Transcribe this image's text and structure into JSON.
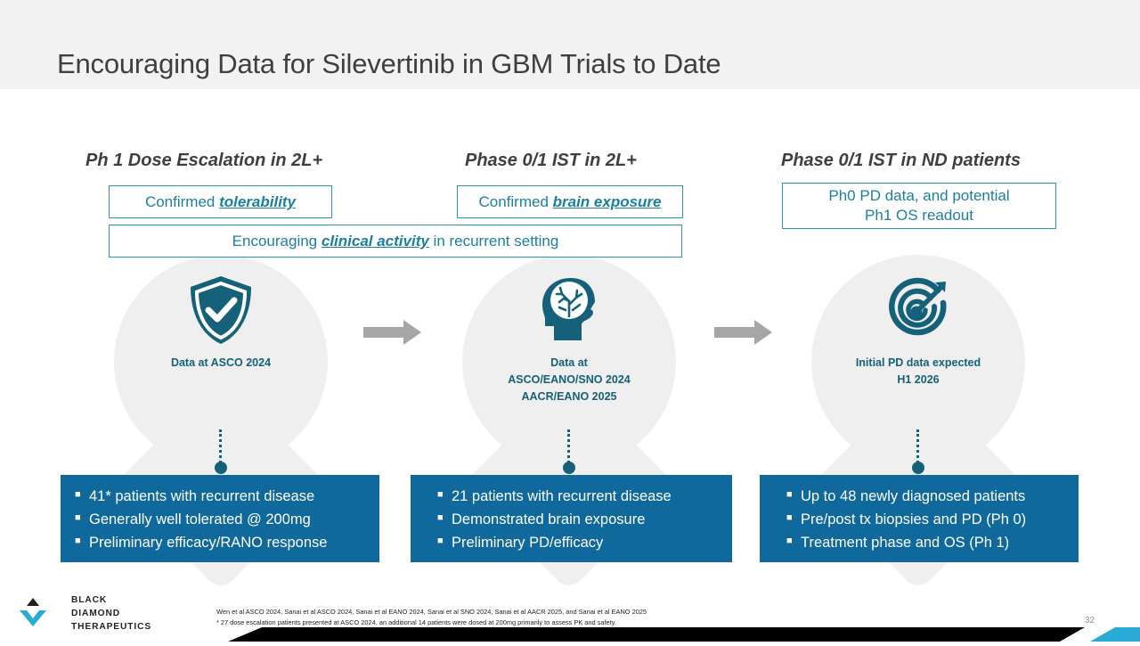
{
  "slide": {
    "title": "Encouraging Data for Silevertinib in GBM Trials to Date",
    "page_number": "32"
  },
  "colors": {
    "header_band": "#f2f2f2",
    "teal_accent": "#1b7fa0",
    "teal_border": "#2e93ae",
    "blue_box": "#10699c",
    "icon_teal": "#15617a",
    "pin_gray": "#efefef",
    "arrow_gray": "#a6a6a6",
    "logo_cyan": "#29abd5"
  },
  "columns": [
    {
      "heading": "Ph 1 Dose Escalation in 2L+",
      "icon": "shield-check-icon",
      "pin_caption": "Data at ASCO 2024",
      "bullets": [
        "41* patients with recurrent disease",
        "Generally well tolerated @ 200mg",
        "Preliminary efficacy/RANO response"
      ]
    },
    {
      "heading": "Phase 0/1 IST in 2L+",
      "icon": "head-brain-icon",
      "pin_caption": "Data at\nASCO/EANO/SNO 2024\nAACR/EANO 2025",
      "bullets": [
        "21 patients with recurrent disease",
        "Demonstrated brain exposure",
        "Preliminary PD/efficacy"
      ]
    },
    {
      "heading": "Phase 0/1 IST in ND patients",
      "icon": "target-arrow-icon",
      "pin_caption": "Initial PD data expected\nH1 2026",
      "bullets": [
        "Up to 48 newly diagnosed patients",
        "Pre/post tx biopsies and PD (Ph 0)",
        "Treatment phase and OS (Ph 1)"
      ]
    }
  ],
  "callouts": {
    "tolerability": {
      "prefix": "Confirmed ",
      "emphasis": "tolerability",
      "suffix": ""
    },
    "brain_exposure": {
      "prefix": "Confirmed ",
      "emphasis": "brain exposure",
      "suffix": ""
    },
    "clinical_activity": {
      "prefix": "Encouraging ",
      "emphasis": "clinical activity",
      "suffix": " in recurrent setting"
    },
    "ph0_readout": {
      "line1": "Ph0 PD data, and potential",
      "line2": "Ph1 OS readout"
    }
  },
  "footnotes": {
    "line1": "Wen et al ASCO 2024, Sanai et al ASCO 2024, Sanai et al EANO 2024, Sanai et al SNO 2024, Sanai et al AACR 2025, and Sanai et al EANO 2025",
    "line2": "* 27 dose escalation patients presented at ASCO 2024, an additional 14 patients were dosed at 200mg primarily to assess PK and safety."
  },
  "logo": {
    "line1": "BLACK",
    "line2": "DIAMOND",
    "line3": "THERAPEUTICS"
  }
}
